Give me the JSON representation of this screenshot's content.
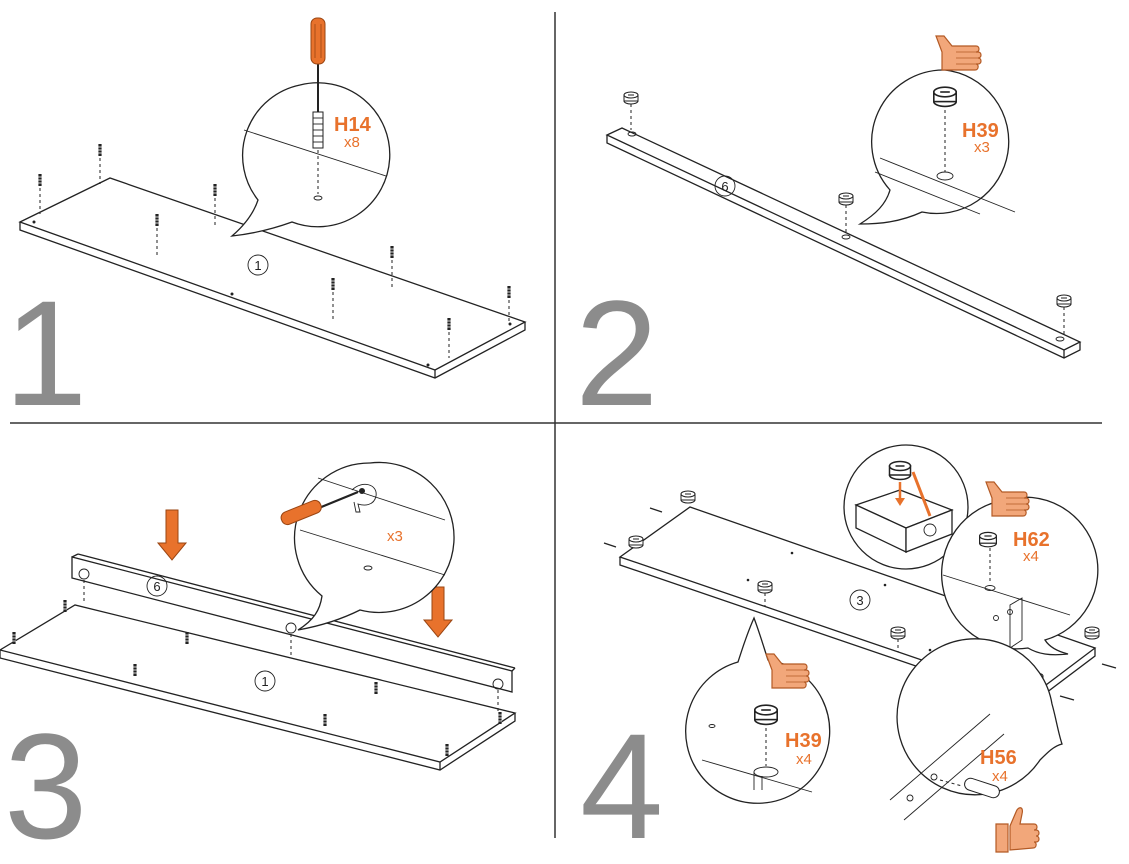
{
  "steps": [
    {
      "number": "1",
      "part_label": "1",
      "hardware": {
        "code": "H14",
        "quantity": "x8"
      }
    },
    {
      "number": "2",
      "part_label": "6",
      "hardware": {
        "code": "H39",
        "quantity": "x3"
      }
    },
    {
      "number": "3",
      "part_labels": [
        "6",
        "1"
      ],
      "hardware": {
        "code": "",
        "quantity": "x3"
      }
    },
    {
      "number": "4",
      "part_label": "3",
      "hardware": [
        {
          "code": "H62",
          "quantity": "x4"
        },
        {
          "code": "H39",
          "quantity": "x4"
        },
        {
          "code": "H56",
          "quantity": "x4"
        }
      ]
    }
  ],
  "colors": {
    "accent": "#e8722c",
    "step_number": "#8c8c8c",
    "line": "#222222"
  },
  "icons": [
    "screwdriver-icon",
    "pointing-hand-icon",
    "down-arrow-icon",
    "thumbs-up-hand-icon",
    "cam-lock-icon",
    "dowel-icon",
    "pin-icon"
  ]
}
